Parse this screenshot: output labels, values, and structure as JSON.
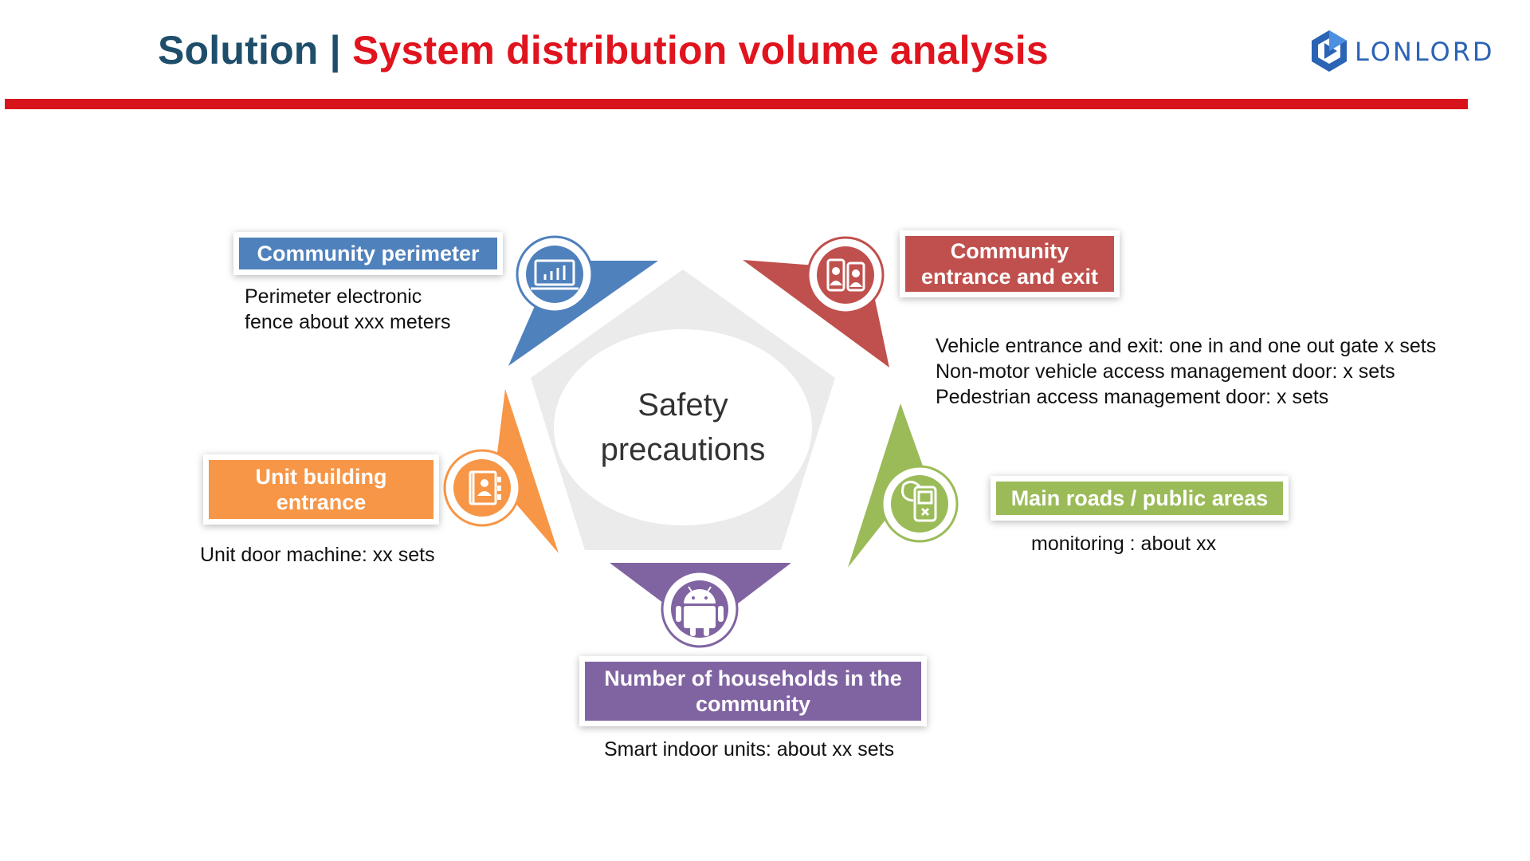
{
  "header": {
    "title_prefix": "Solution",
    "title_separator": "|",
    "title_main": "System distribution volume analysis",
    "logo_text": "LONLORD"
  },
  "center": {
    "line1": "Safety",
    "line2": "precautions"
  },
  "segments": {
    "perimeter": {
      "label": "Community perimeter",
      "desc_line1": "Perimeter electronic",
      "desc_line2": "fence about xxx meters",
      "color": "#4f81bd",
      "icon": "monitor-chart-icon"
    },
    "entrance": {
      "label_line1": "Community",
      "label_line2": "entrance and exit",
      "desc_line1": "Vehicle entrance and exit: one in and one out gate x sets",
      "desc_line2": "Non-motor vehicle access management door: x sets",
      "desc_line3": "Pedestrian access management door: x sets",
      "color": "#c0504d",
      "icon": "id-cards-icon"
    },
    "roads": {
      "label": "Main roads / public areas",
      "desc": "monitoring : about xx",
      "color": "#9bbb59",
      "icon": "handheld-device-icon"
    },
    "households": {
      "label_line1": "Number of households in the",
      "label_line2": "community",
      "desc": "Smart indoor units: about xx sets",
      "color": "#8064a2",
      "icon": "android-icon"
    },
    "unit_building": {
      "label_line1": "Unit building",
      "label_line2": "entrance",
      "desc": "Unit door machine: xx sets",
      "color": "#f79646",
      "icon": "contact-book-icon"
    }
  },
  "colors": {
    "accent_red": "#d7141c",
    "title_blue": "#1f4e6b",
    "logo_blue": "#2b63b5"
  }
}
